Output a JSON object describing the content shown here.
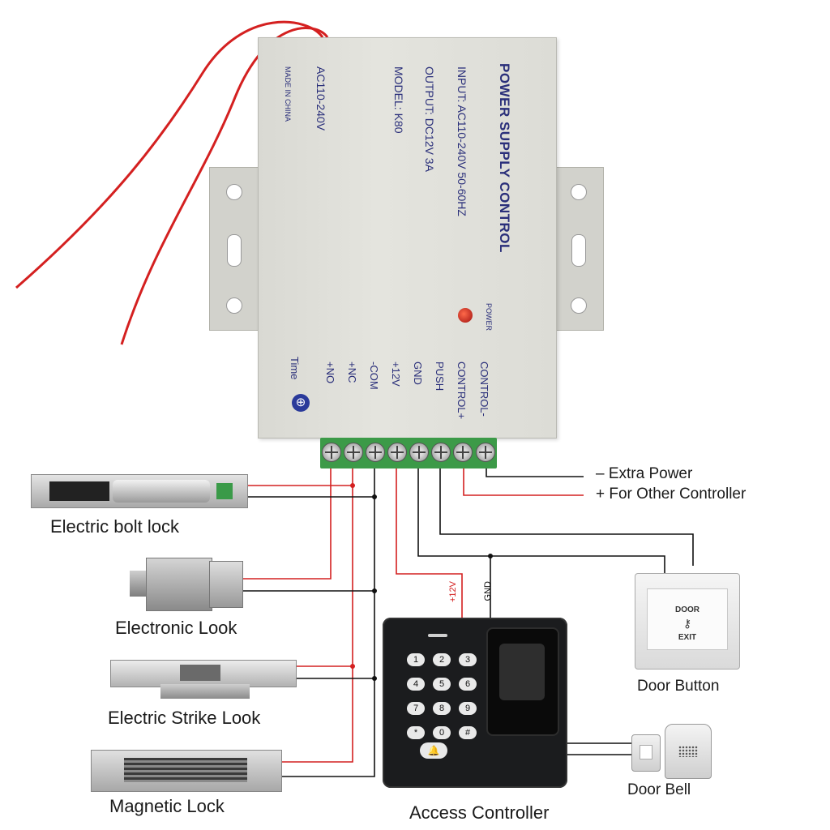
{
  "power_supply": {
    "title": "POWER SUPPLY CONTROL",
    "input": "INPUT: AC110-240V 50-60HZ",
    "output": "OUTPUT: DC12V  3A",
    "model": "MODEL: K80",
    "ac_rating": "AC110-240V",
    "made_in": "MADE IN CHINA",
    "power_led_label": "POWER",
    "time_label": "Time",
    "terminals": [
      "+NO",
      "+NC",
      "-COM",
      "+12V",
      "GND",
      "PUSH",
      "CONTROL+",
      "CONTROL-"
    ]
  },
  "extra_power": {
    "minus_line": "–  Extra Power",
    "plus_line": "+  For Other Controller"
  },
  "devices": {
    "bolt_lock": "Electric bolt lock",
    "electronic_lock": "Electronic Look",
    "strike_lock": "Electric Strike Look",
    "magnetic_lock": "Magnetic Lock",
    "door_button": "Door Button",
    "door_bell": "Door Bell",
    "access_controller": "Access Controller"
  },
  "door_button_face": {
    "top": "DOOR",
    "bottom": "EXIT"
  },
  "wire_tags": {
    "plus12": "+12V",
    "gnd": "GND"
  },
  "keypad": [
    "1",
    "2",
    "3",
    "4",
    "5",
    "6",
    "7",
    "8",
    "9",
    "*",
    "0",
    "#"
  ],
  "colors": {
    "red_wire": "#d42020",
    "black_wire": "#111111",
    "label_blue": "#2a2f7a",
    "terminal_green": "#3c9a48"
  }
}
